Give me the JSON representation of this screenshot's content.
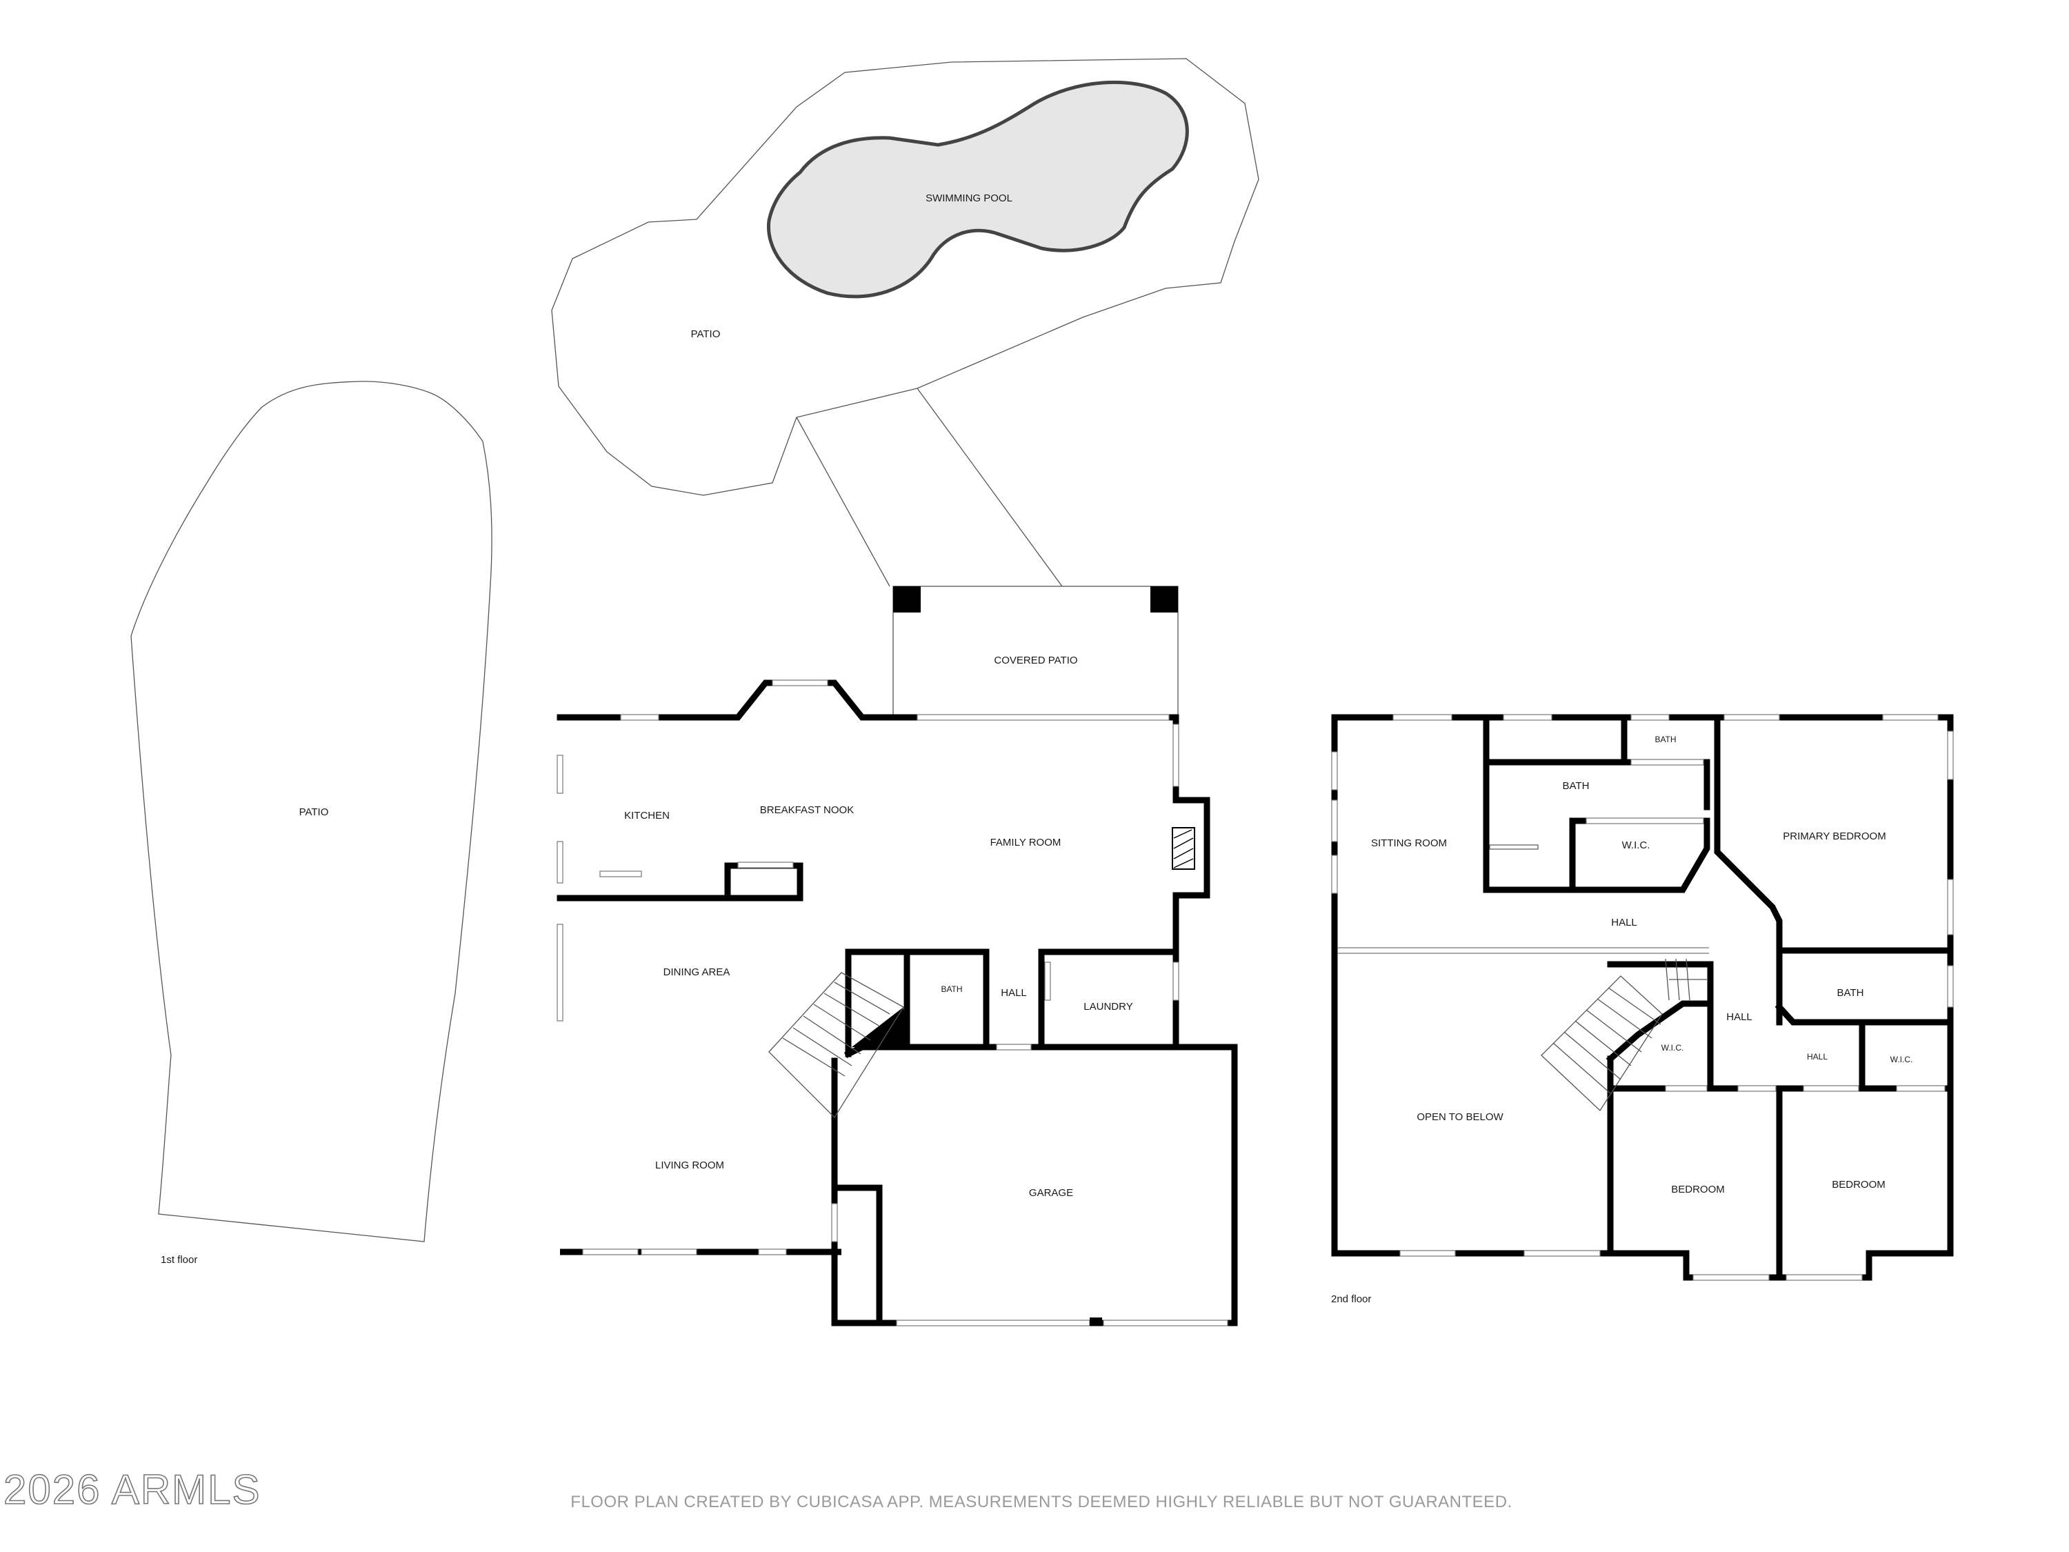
{
  "floors": {
    "first": "1st floor",
    "second": "2nd floor"
  },
  "rooms_first": {
    "patio_left": "PATIO",
    "patio_top": "PATIO",
    "swimming_pool": "SWIMMING POOL",
    "covered_patio": "COVERED PATIO",
    "kitchen": "KITCHEN",
    "breakfast_nook": "BREAKFAST NOOK",
    "family_room": "FAMILY ROOM",
    "dining_area": "DINING AREA",
    "bath": "BATH",
    "hall": "HALL",
    "laundry": "LAUNDRY",
    "living_room": "LIVING ROOM",
    "garage": "GARAGE"
  },
  "rooms_second": {
    "sitting_room": "SITTING ROOM",
    "bath_main": "BATH",
    "bath_small": "BATH",
    "wic_top": "W.I.C.",
    "primary_bedroom": "PRIMARY BEDROOM",
    "hall_top": "HALL",
    "hall_mid": "HALL",
    "hall_small": "HALL",
    "bath_right": "BATH",
    "wic_left": "W.I.C.",
    "wic_right": "W.I.C.",
    "open_to_below": "OPEN TO BELOW",
    "bedroom_left": "BEDROOM",
    "bedroom_right": "BEDROOM"
  },
  "footer": {
    "disclaimer": "FLOOR PLAN CREATED BY CUBICASA APP. MEASUREMENTS DEEMED HIGHLY RELIABLE BUT NOT GUARANTEED.",
    "watermark": "2026 ARMLS"
  }
}
